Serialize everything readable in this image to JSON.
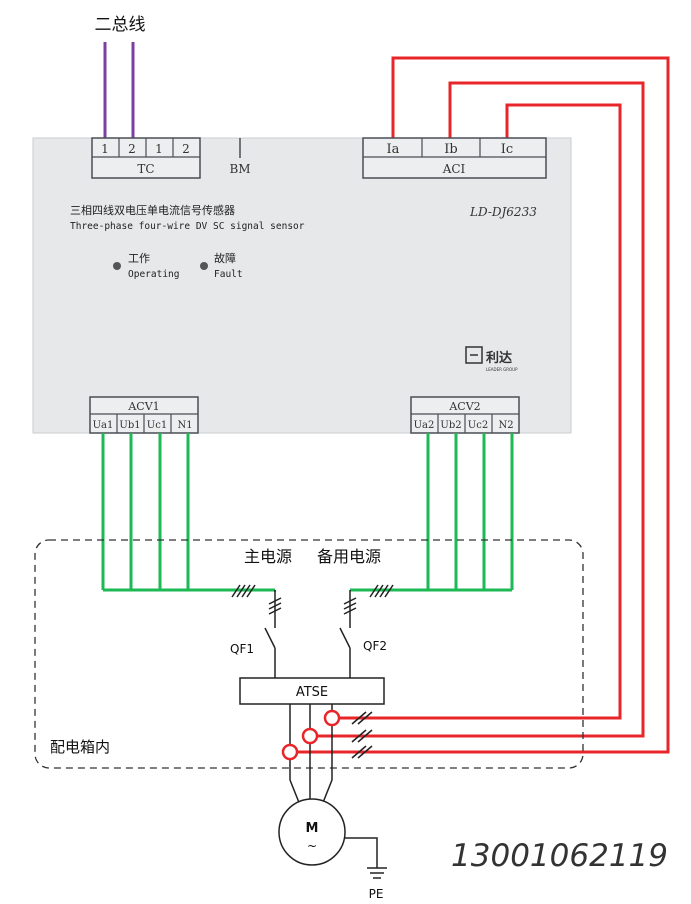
{
  "top_label": "二总线",
  "device": {
    "tc_pins": [
      "1",
      "2",
      "1",
      "2"
    ],
    "tc_label": "TC",
    "bm_label": "BM",
    "aci_pins": [
      "Ia",
      "Ib",
      "Ic"
    ],
    "aci_label": "ACI",
    "title_cn": "三相四线双电压单电流信号传感器",
    "title_en": "Three-phase four-wire DV SC signal sensor",
    "model": "LD-DJ6233",
    "led_operating_cn": "工作",
    "led_operating_en": "Operating",
    "led_fault_cn": "故障",
    "led_fault_en": "Fault",
    "brand_cn": "利达",
    "brand_en": "LEADER GROUP",
    "acv1_label": "ACV1",
    "acv1_pins": [
      "Ua1",
      "Ub1",
      "Uc1",
      "N1"
    ],
    "acv2_label": "ACV2",
    "acv2_pins": [
      "Ua2",
      "Ub2",
      "Uc2",
      "N2"
    ]
  },
  "panel": {
    "main_power": "主电源",
    "backup_power": "备用电源",
    "qf1": "QF1",
    "qf2": "QF2",
    "atse": "ATSE",
    "box_label": "配电箱内"
  },
  "motor": {
    "label": "M",
    "symbol": "~",
    "ground": "PE"
  },
  "phone": "13001062119",
  "colors": {
    "bus_wire": "#7b3fa0",
    "current_wire": "#e8262a",
    "voltage_wire": "#1db954",
    "device_body": "#e6e8e9",
    "device_dark": "#5a6066"
  }
}
